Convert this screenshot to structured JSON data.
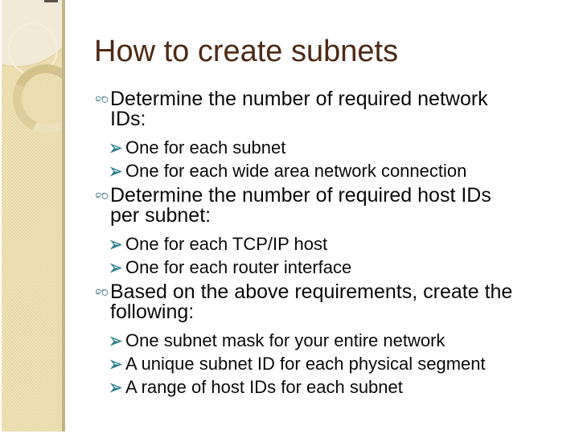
{
  "slide": {
    "title": "How to create subnets",
    "sections": [
      {
        "lines": [
          "Determine the number of required network",
          "IDs:"
        ],
        "subitems": [
          "One for each subnet",
          "One for each wide area network connection"
        ]
      },
      {
        "lines": [
          "Determine the number of required host IDs",
          "per subnet:"
        ],
        "subitems": [
          "One for each TCP/IP host",
          "One for each router interface"
        ]
      },
      {
        "lines": [
          "Based on the above requirements, create the",
          "following:"
        ],
        "subitems": [
          "One subnet mask for your entire network",
          "A unique subnet ID for each physical segment",
          "A range of host IDs for each subnet"
        ]
      }
    ],
    "icons": {
      "level1_bullet": "ribbon-swirl-icon",
      "level2_bullet": "arrowhead-right-icon"
    },
    "colors": {
      "title": "#4e2a15",
      "body_text": "#0a0a0a",
      "bullet_glyph": "#7b9dab",
      "arrow_glyph": "#2f7e8e",
      "band_base": "#e8d9a7",
      "band_border": "#c1b388"
    }
  }
}
